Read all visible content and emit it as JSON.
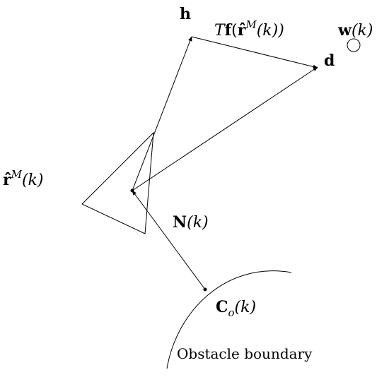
{
  "labels": {
    "h": "h",
    "d": "d",
    "w_bold": "w",
    "w_arg": "(k)",
    "force_T": "T",
    "force_f": "f",
    "force_open": "(",
    "force_r": "r̂",
    "force_sup": "M",
    "force_arg": "(k))",
    "rhat_r": "r̂",
    "rhat_sup": "M",
    "rhat_arg": "(k)",
    "N_bold": "N",
    "N_arg": "(k)",
    "C_bold": "C",
    "C_sub": "o",
    "C_arg": "(k)",
    "obstacle": "Obstacle boundary"
  }
}
